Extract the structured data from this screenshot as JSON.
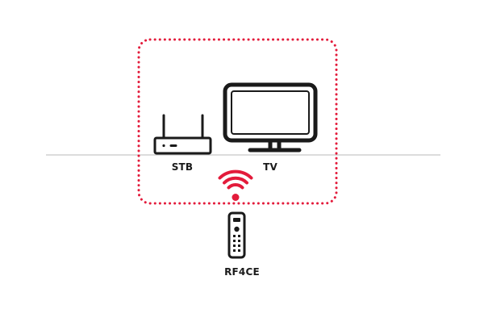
{
  "labels": {
    "stb": "STB",
    "tv": "TV",
    "remote": "RF4CE"
  },
  "colors": {
    "accent": "#e31b3b",
    "ink": "#1a1a1a",
    "baseline": "#b8b8b8"
  },
  "icons": {
    "stb": "set-top-box-icon",
    "tv": "tv-icon",
    "remote": "remote-control-icon",
    "signal": "wireless-signal-icon"
  }
}
